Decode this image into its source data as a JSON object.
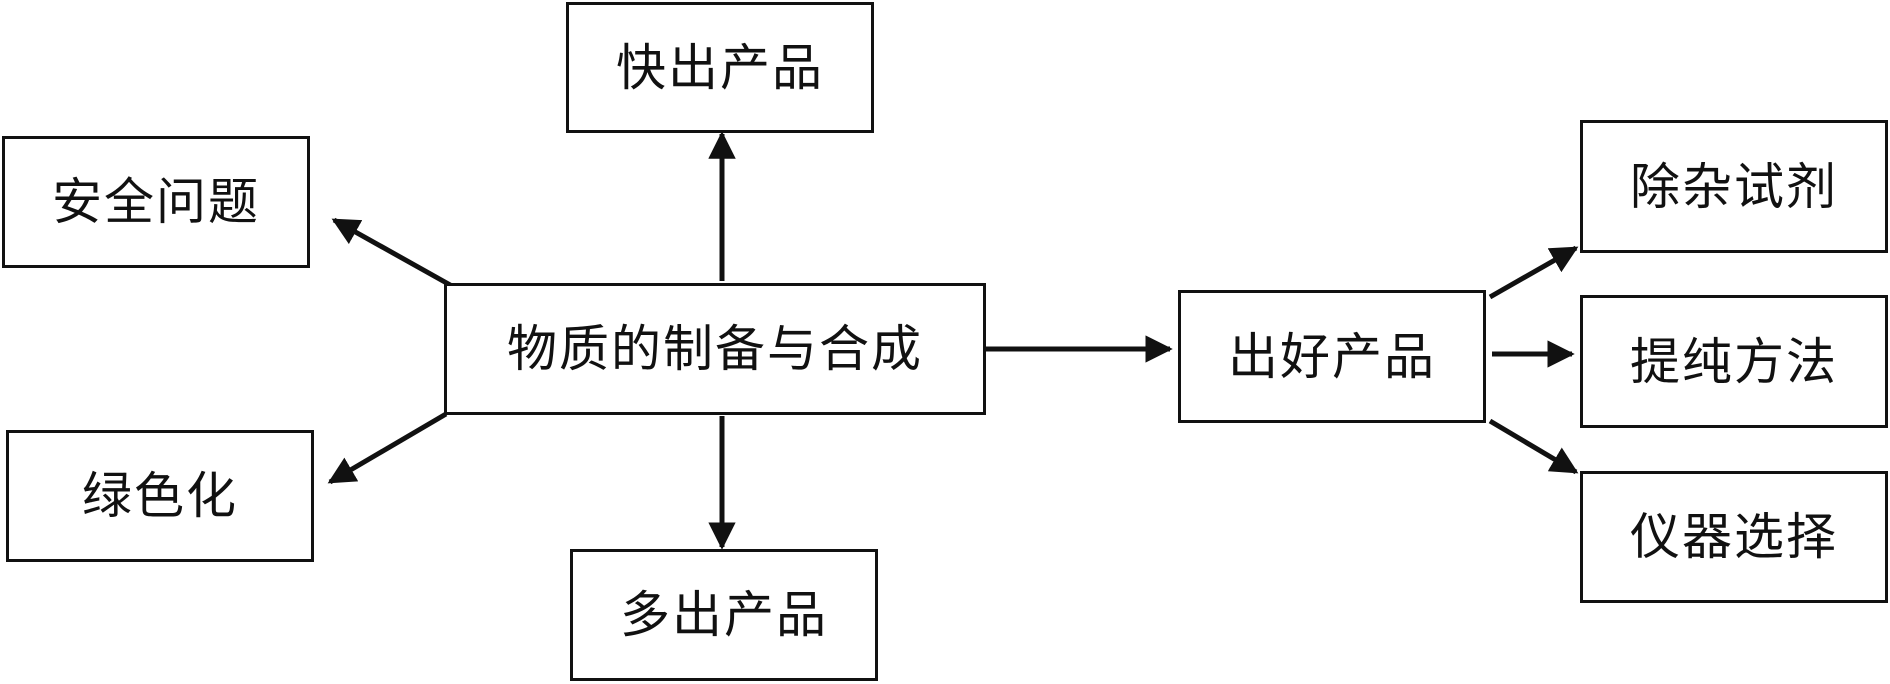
{
  "diagram": {
    "center": {
      "label": "物质的制备与合成"
    },
    "branches": {
      "top": {
        "label": "快出产品"
      },
      "bottom": {
        "label": "多出产品"
      },
      "top_left": {
        "label": "安全问题"
      },
      "bottom_left": {
        "label": "绿色化"
      },
      "right": {
        "label": "出好产品"
      }
    },
    "right_subbranches": [
      {
        "label": "除杂试剂"
      },
      {
        "label": "提纯方法"
      },
      {
        "label": "仪器选择"
      }
    ]
  },
  "colors": {
    "line": "#111111",
    "background": "#ffffff"
  }
}
